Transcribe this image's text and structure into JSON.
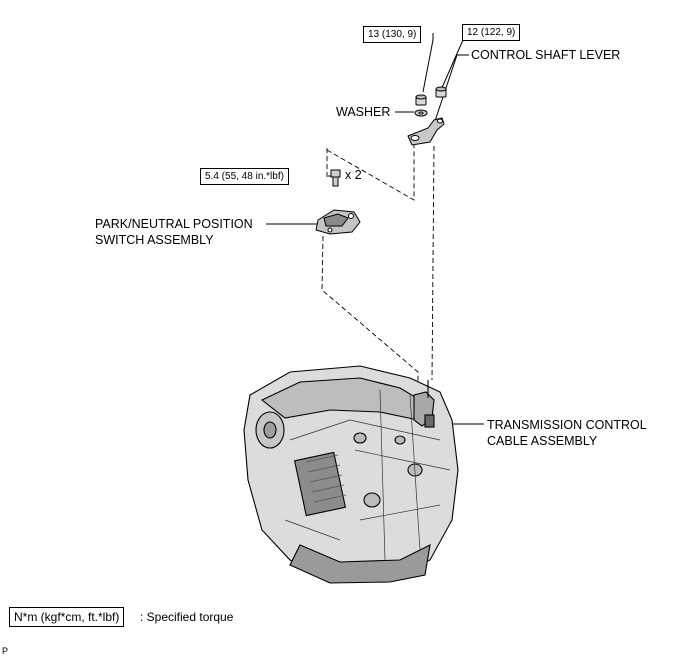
{
  "callouts": {
    "torque_nut_left": "13 (130, 9)",
    "torque_nut_right": "12 (122, 9)",
    "control_shaft_lever": "CONTROL SHAFT LEVER",
    "washer": "WASHER",
    "torque_bolt": "5.4 (55, 48 in.*lbf)",
    "bolt_qty": "x 2",
    "park_neutral_line1": "PARK/NEUTRAL POSITION",
    "park_neutral_line2": "SWITCH ASSEMBLY",
    "trans_cable_line1": "TRANSMISSION CONTROL",
    "trans_cable_line2": "CABLE ASSEMBLY"
  },
  "legend": {
    "unit_box": "N*m (kgf*cm, ft.*lbf)",
    "unit_desc": ": Specified torque"
  },
  "footer": {
    "page_mark": "P"
  }
}
